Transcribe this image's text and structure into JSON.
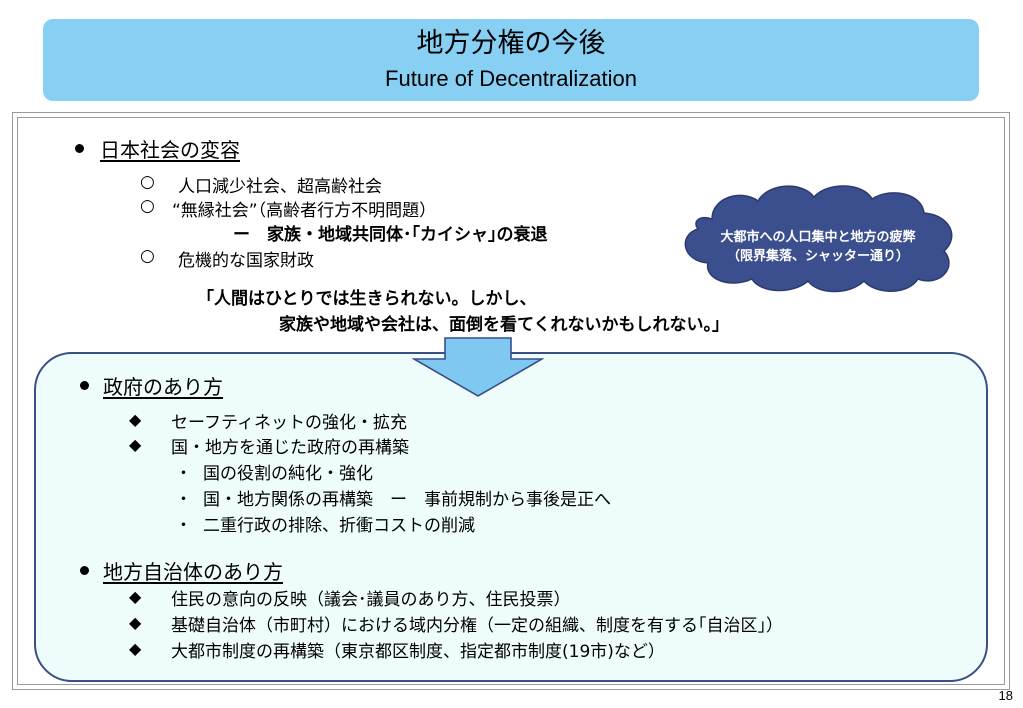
{
  "title": {
    "jp": "地方分権の今後",
    "en": "Future of Decentralization"
  },
  "section1": {
    "heading": "日本社会の変容",
    "items": [
      {
        "marker": "○",
        "text": "人口減少社会、超高齢社会"
      },
      {
        "marker": "○",
        "text": "“無縁社会”（高齢者行方不明問題）"
      },
      {
        "marker": "",
        "text": "ー　家族・地域共同体･｢カイシャ｣の衰退"
      },
      {
        "marker": "○",
        "text": "危機的な国家財政"
      }
    ],
    "quote_line1": "「人間はひとりでは生きられない。しかし、",
    "quote_line2": "家族や地域や会社は、面倒を看てくれないかもしれない。」"
  },
  "cloud": {
    "line1": "大都市への人口集中と地方の疲弊",
    "line2": "（限界集落、シャッター通り）",
    "fill": "#3b4f8e"
  },
  "section2": {
    "heading": "政府のあり方",
    "items": [
      {
        "marker": "◆",
        "text": "セーフティネットの強化・拡充"
      },
      {
        "marker": "◆",
        "text": "国・地方を通じた政府の再構築"
      }
    ],
    "subitems": [
      {
        "marker": "・",
        "text": "国の役割の純化・強化"
      },
      {
        "marker": "・",
        "text": "国・地方関係の再構築　ー　事前規制から事後是正へ"
      },
      {
        "marker": "・",
        "text": "二重行政の排除、折衝コストの削減"
      }
    ]
  },
  "section3": {
    "heading": "地方自治体のあり方",
    "items": [
      {
        "marker": "◆",
        "text": "住民の意向の反映（議会･議員のあり方、住民投票）"
      },
      {
        "marker": "◆",
        "text": "基礎自治体（市町村）における域内分権（一定の組織、制度を有する｢自治区｣）"
      },
      {
        "marker": "◆",
        "text": "大都市制度の再構築（東京都区制度、指定都市制度(19市)など）"
      }
    ]
  },
  "page_number": "18",
  "colors": {
    "title_bg": "#87d0f3",
    "arrow_fill": "#7ec8f2",
    "box_bg": "#eefcfc",
    "box_border": "#3a4f86"
  }
}
